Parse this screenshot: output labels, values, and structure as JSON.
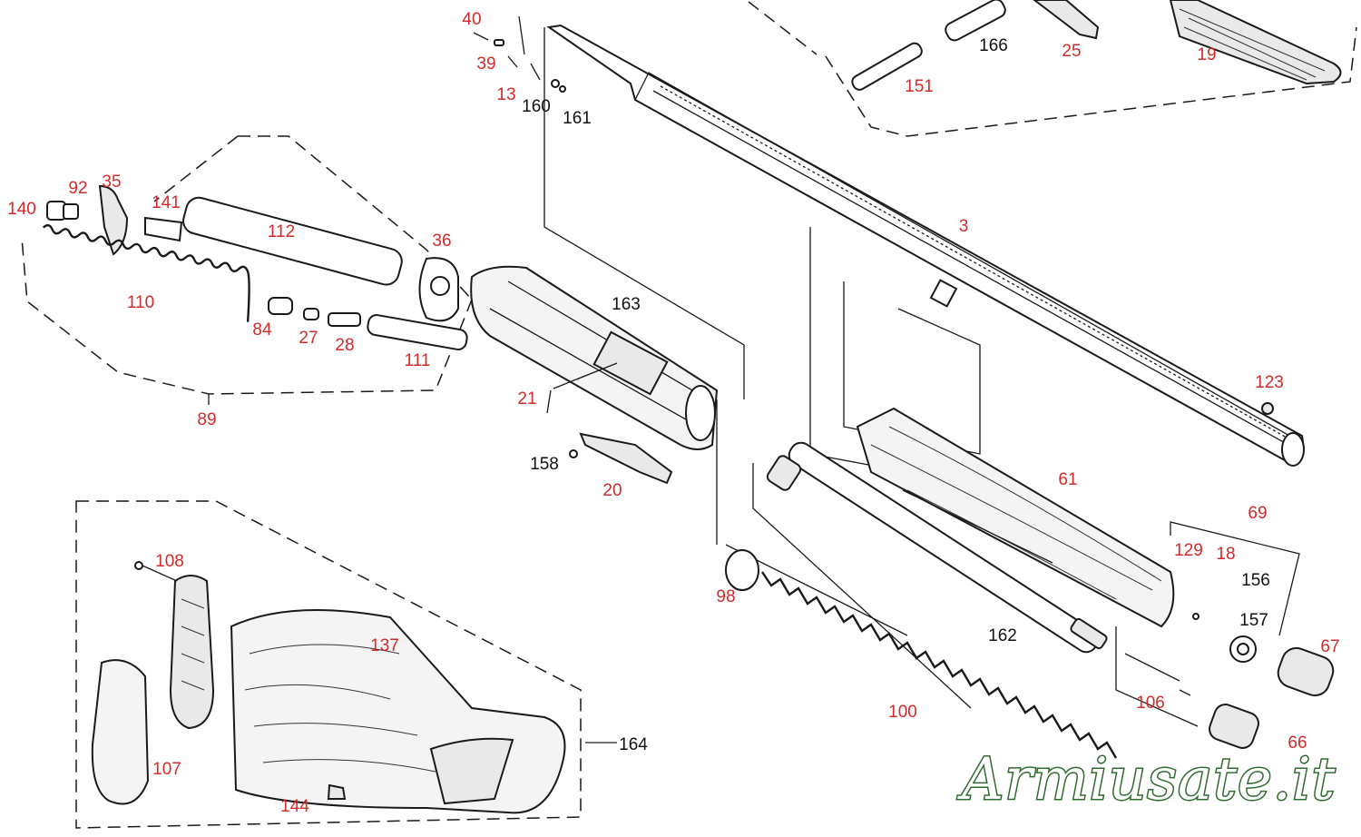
{
  "parts": [
    {
      "id": "p40",
      "num": "40",
      "color": "red"
    },
    {
      "id": "p39",
      "num": "39",
      "color": "red"
    },
    {
      "id": "p13",
      "num": "13",
      "color": "red"
    },
    {
      "id": "p160",
      "num": "160",
      "color": "black"
    },
    {
      "id": "p161",
      "num": "161",
      "color": "black"
    },
    {
      "id": "p166",
      "num": "166",
      "color": "black"
    },
    {
      "id": "p25",
      "num": "25",
      "color": "red"
    },
    {
      "id": "p19",
      "num": "19",
      "color": "red"
    },
    {
      "id": "p151",
      "num": "151",
      "color": "red"
    },
    {
      "id": "p140",
      "num": "140",
      "color": "red"
    },
    {
      "id": "p92",
      "num": "92",
      "color": "red"
    },
    {
      "id": "p35",
      "num": "35",
      "color": "red"
    },
    {
      "id": "p141",
      "num": "141",
      "color": "red"
    },
    {
      "id": "p112",
      "num": "112",
      "color": "red"
    },
    {
      "id": "p36",
      "num": "36",
      "color": "red"
    },
    {
      "id": "p3",
      "num": "3",
      "color": "red"
    },
    {
      "id": "p110",
      "num": "110",
      "color": "red"
    },
    {
      "id": "p84",
      "num": "84",
      "color": "red"
    },
    {
      "id": "p27",
      "num": "27",
      "color": "red"
    },
    {
      "id": "p28",
      "num": "28",
      "color": "red"
    },
    {
      "id": "p111",
      "num": "111",
      "color": "red"
    },
    {
      "id": "p163",
      "num": "163",
      "color": "black"
    },
    {
      "id": "p123",
      "num": "123",
      "color": "red"
    },
    {
      "id": "p21",
      "num": "21",
      "color": "red"
    },
    {
      "id": "p89",
      "num": "89",
      "color": "red"
    },
    {
      "id": "p158",
      "num": "158",
      "color": "black"
    },
    {
      "id": "p20",
      "num": "20",
      "color": "red"
    },
    {
      "id": "p61",
      "num": "61",
      "color": "red"
    },
    {
      "id": "p69",
      "num": "69",
      "color": "red"
    },
    {
      "id": "p129",
      "num": "129",
      "color": "red"
    },
    {
      "id": "p18",
      "num": "18",
      "color": "red"
    },
    {
      "id": "p156",
      "num": "156",
      "color": "black"
    },
    {
      "id": "p108",
      "num": "108",
      "color": "red"
    },
    {
      "id": "p98",
      "num": "98",
      "color": "red"
    },
    {
      "id": "p157",
      "num": "157",
      "color": "black"
    },
    {
      "id": "p67",
      "num": "67",
      "color": "red"
    },
    {
      "id": "p137",
      "num": "137",
      "color": "red"
    },
    {
      "id": "p162",
      "num": "162",
      "color": "black"
    },
    {
      "id": "p100",
      "num": "100",
      "color": "red"
    },
    {
      "id": "p106",
      "num": "106",
      "color": "red"
    },
    {
      "id": "p164",
      "num": "164",
      "color": "black"
    },
    {
      "id": "p66",
      "num": "66",
      "color": "red"
    },
    {
      "id": "p107",
      "num": "107",
      "color": "red"
    },
    {
      "id": "p144",
      "num": "144",
      "color": "red"
    }
  ],
  "colors": {
    "label_red": "#d42a2a",
    "label_black": "#111111",
    "watermark_outline": "#2f6b2f"
  },
  "watermark": "Armiusate.it"
}
